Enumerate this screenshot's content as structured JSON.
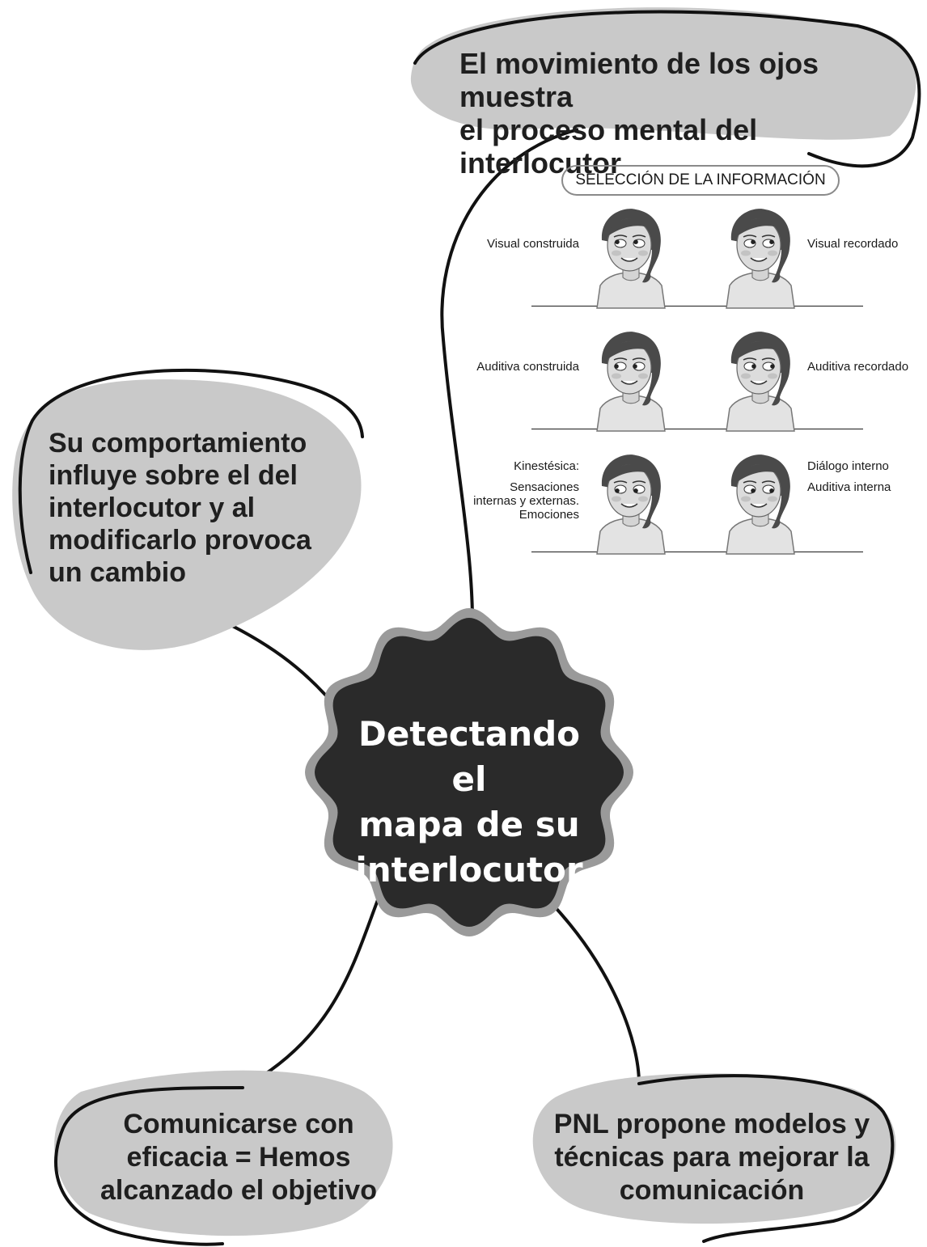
{
  "center": {
    "title_lines": [
      "Detectando el",
      "mapa de su",
      "interlocutor"
    ]
  },
  "bubbles": {
    "top": {
      "lines": [
        "El movimiento de los ojos muestra",
        "el proceso mental del interlocutor"
      ]
    },
    "left": {
      "lines": [
        "Su comportamiento",
        "influye sobre el del",
        "interlocutor y al",
        "modificarlo provoca",
        "un cambio"
      ]
    },
    "bottom_left": {
      "lines": [
        "Comunicarse con",
        "eficacia = Hemos",
        "alcanzado el objetivo"
      ]
    },
    "bottom_right": {
      "lines": [
        "PNL propone modelos y",
        "técnicas para mejorar la",
        "comunicación"
      ]
    }
  },
  "info_panel": {
    "header": "SELECCIÓN DE LA INFORMACIÓN",
    "rows": [
      {
        "left": [
          "Visual construida"
        ],
        "right": [
          "Visual recordado"
        ],
        "left_eyes": "up-left",
        "right_eyes": "up-right"
      },
      {
        "left": [
          "Auditiva construida"
        ],
        "right": [
          "Auditiva recordado"
        ],
        "left_eyes": "left",
        "right_eyes": "right"
      },
      {
        "left": [
          "Kinestésica:",
          "",
          "Sensaciones",
          "internas y externas.",
          "Emociones"
        ],
        "right": [
          "Diálogo interno",
          "",
          "Auditiva interna"
        ],
        "left_eyes": "down-left",
        "right_eyes": "down-right"
      }
    ]
  },
  "colors": {
    "bubble_fill": "#c9c9c9",
    "outline": "#111111",
    "center_fill": "#2a2a2a",
    "center_ring": "#9a9a9a"
  }
}
